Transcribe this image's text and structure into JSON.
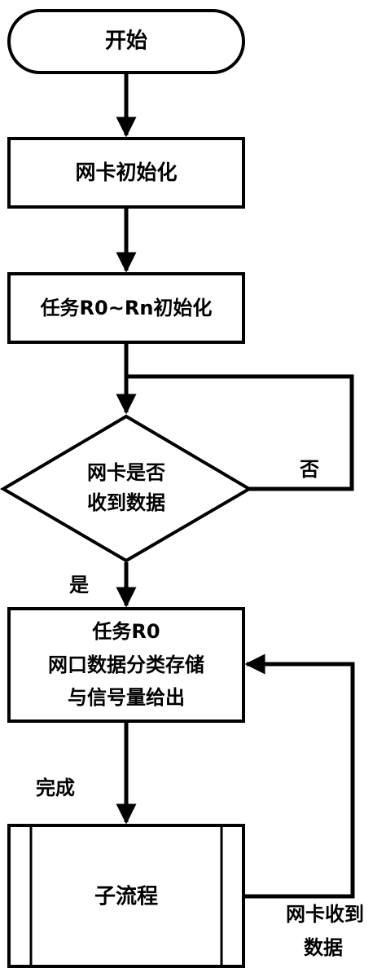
{
  "diagram": {
    "start": {
      "label": "开始"
    },
    "nic_init": {
      "label": "网卡初始化"
    },
    "task_init": {
      "label": "任务R0~Rn初始化"
    },
    "decision": {
      "line1": "网卡是否",
      "line2": "收到数据"
    },
    "no_label": "否",
    "yes_label": "是",
    "task_r0": {
      "line1": "任务R0",
      "line2": "网口数据分类存储",
      "line3": "与信号量给出"
    },
    "done_label": "完成",
    "subprocess": {
      "label": "子流程"
    },
    "loop_label": {
      "line1": "网卡收到",
      "line2": "数据"
    }
  }
}
